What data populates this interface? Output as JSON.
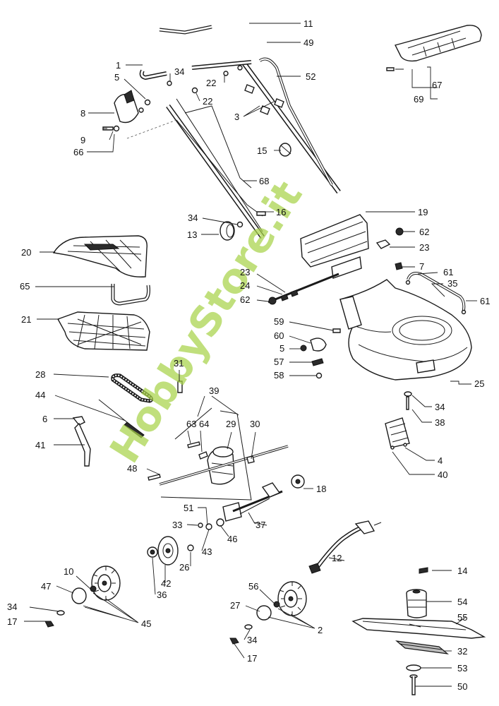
{
  "watermark": "HobbyStore.it",
  "callouts": {
    "c1": "1",
    "c2": "2",
    "c3": "3",
    "c4": "4",
    "c5a": "5",
    "c5b": "5",
    "c6": "6",
    "c7": "7",
    "c8": "8",
    "c9": "9",
    "c10": "10",
    "c11": "11",
    "c12": "12",
    "c13": "13",
    "c14": "14",
    "c15": "15",
    "c16": "16",
    "c17a": "17",
    "c17b": "17",
    "c18": "18",
    "c19": "19",
    "c20": "20",
    "c21": "21",
    "c22a": "22",
    "c22b": "22",
    "c23a": "23",
    "c23b": "23",
    "c24": "24",
    "c25": "25",
    "c26": "26",
    "c27": "27",
    "c28": "28",
    "c29": "29",
    "c30": "30",
    "c31": "31",
    "c32": "32",
    "c33": "33",
    "c34a": "34",
    "c34b": "34",
    "c34c": "34",
    "c34d": "34",
    "c34e": "34",
    "c35": "35",
    "c36": "36",
    "c37": "37",
    "c38": "38",
    "c39": "39",
    "c40": "40",
    "c41": "41",
    "c42": "42",
    "c43": "43",
    "c44": "44",
    "c45": "45",
    "c46": "46",
    "c47": "47",
    "c48": "48",
    "c49": "49",
    "c50": "50",
    "c51": "51",
    "c52": "52",
    "c53": "53",
    "c54": "54",
    "c55": "55",
    "c56": "56",
    "c57": "57",
    "c58": "58",
    "c59": "59",
    "c60": "60",
    "c61a": "61",
    "c61b": "61",
    "c62a": "62",
    "c62b": "62",
    "c63": "63",
    "c64": "64",
    "c65": "65",
    "c66": "66",
    "c67": "67",
    "c68": "68",
    "c69": "69"
  }
}
